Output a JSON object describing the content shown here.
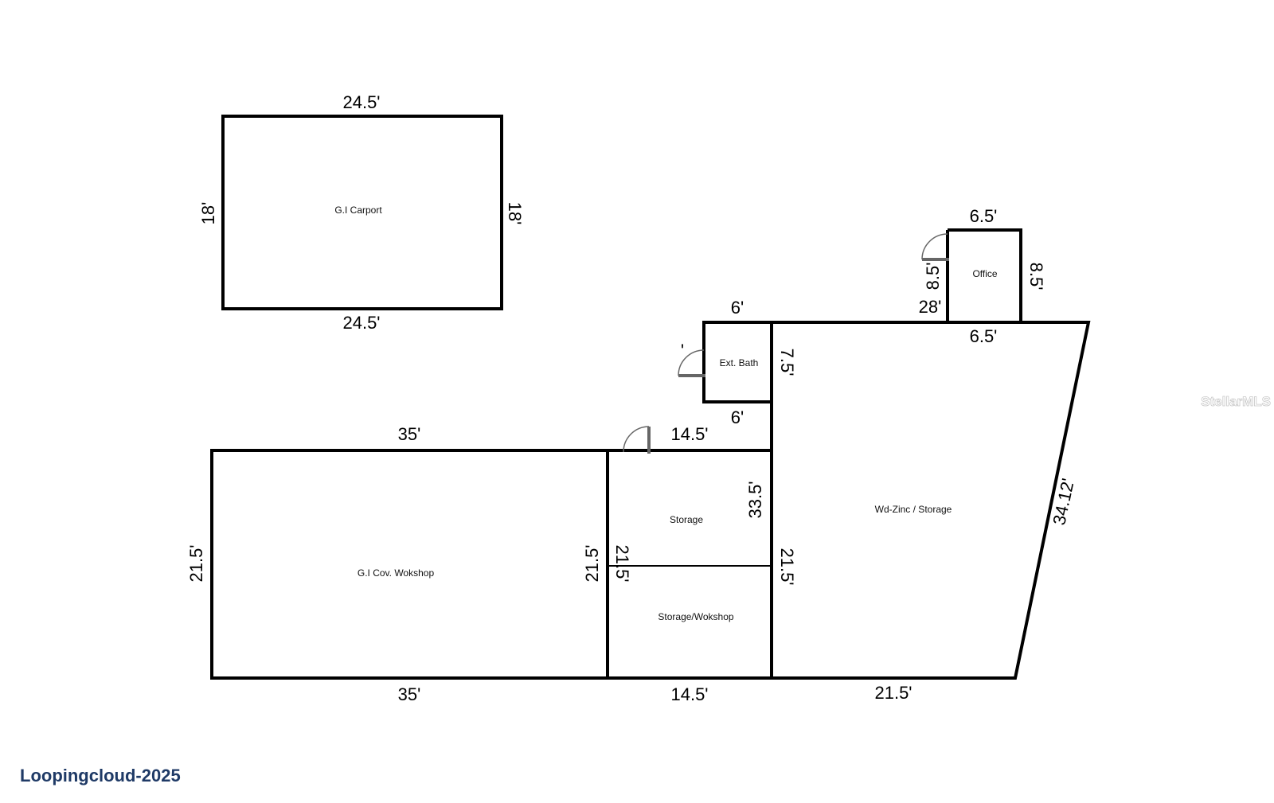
{
  "rooms": {
    "carport": "G.I Carport",
    "office": "Office",
    "ext_bath": "Ext. Bath",
    "storage": "Storage",
    "storage_workshop": "Storage/Wokshop",
    "covered_workshop": "G.I Cov. Wokshop",
    "wd_zinc_storage": "Wd-Zinc / Storage"
  },
  "dimensions": {
    "carport_top": "24.5'",
    "carport_bottom": "24.5'",
    "carport_left": "18'",
    "carport_right": "18'",
    "office_top": "6.5'",
    "office_bottom": "6.5'",
    "office_left": "8.5'",
    "office_right": "8.5'",
    "main_top_left": "28'",
    "bath_top": "6'",
    "bath_bottom": "6'",
    "bath_right": "7.5'",
    "workshop_top": "35'",
    "workshop_bottom": "35'",
    "workshop_left": "21.5'",
    "workshop_right": "21.5'",
    "storage_top": "14.5'",
    "storage_bottom": "14.5'",
    "storage_left": "21.5'",
    "storage_right": "33.5'",
    "main_left": "21.5'",
    "main_bottom": "21.5'",
    "main_diagonal": "34.12'",
    "bath_door_mark": "'"
  },
  "watermark": "StellarMLS",
  "credit": "Loopingcloud-2025"
}
